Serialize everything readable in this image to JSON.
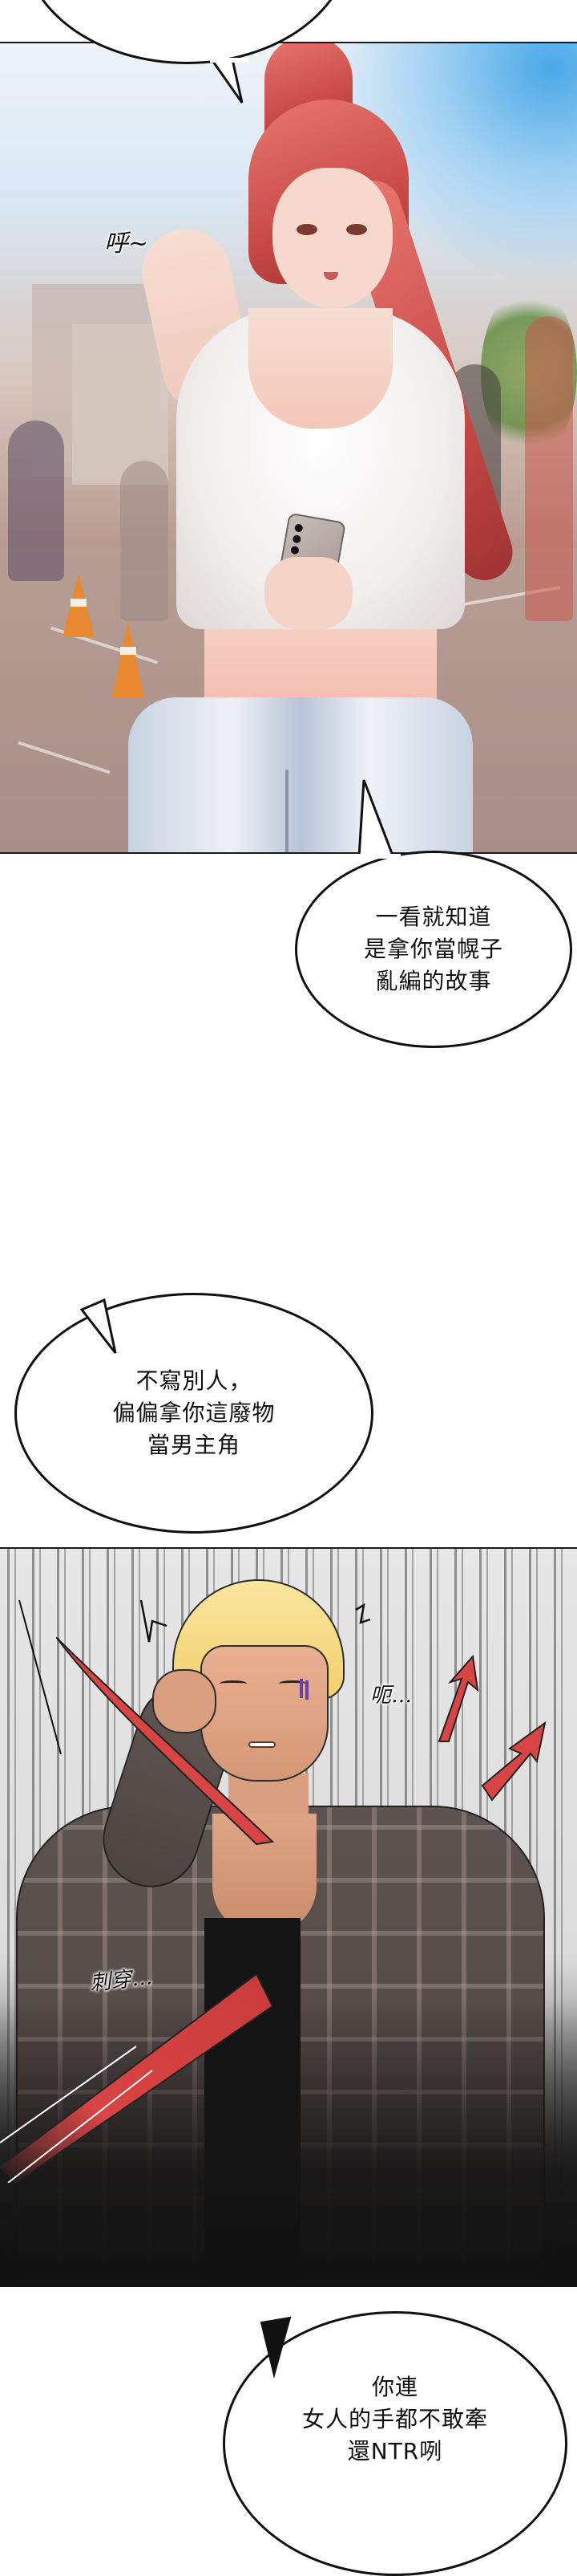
{
  "comic": {
    "panels": [
      {
        "id": "panel-1",
        "description": "Red-haired woman in white crop top holding a phone on a city street with traffic cones and bystanders",
        "colors": {
          "hair": "#c94a47",
          "sky": "#9fd0f2",
          "shirt": "#f2eeee",
          "pants": "#c8d3e2",
          "cone": "#e98a32"
        }
      },
      {
        "id": "panel-2",
        "description": "Blond man in plaid jacket, hand on head, pierced by red spear with speed-line background",
        "colors": {
          "hair": "#f3cf6d",
          "jacket": "#544a47",
          "spear": "#d94444",
          "vein": "#6a3fb6"
        }
      }
    ],
    "speech_bubbles": [
      {
        "id": "bubble-0",
        "text": ""
      },
      {
        "id": "bubble-1",
        "text": "一看就知道\n是拿你當幌子\n亂編的故事"
      },
      {
        "id": "bubble-2",
        "text": "不寫別人，\n偏偏拿你這廢物\n當男主角"
      },
      {
        "id": "bubble-3",
        "text": "你連\n女人的手都不敢牽\n還NTR咧"
      }
    ],
    "sound_effects": [
      {
        "id": "sfx-hu",
        "text": "呼~"
      },
      {
        "id": "sfx-e",
        "text": "呃…"
      },
      {
        "id": "sfx-cichuan",
        "text": "刺穿…"
      }
    ],
    "icons": {
      "anger_vein": "vein-mark",
      "red_arrows": "red-arrow-up-right",
      "motion_marks": "shake-lines"
    }
  }
}
